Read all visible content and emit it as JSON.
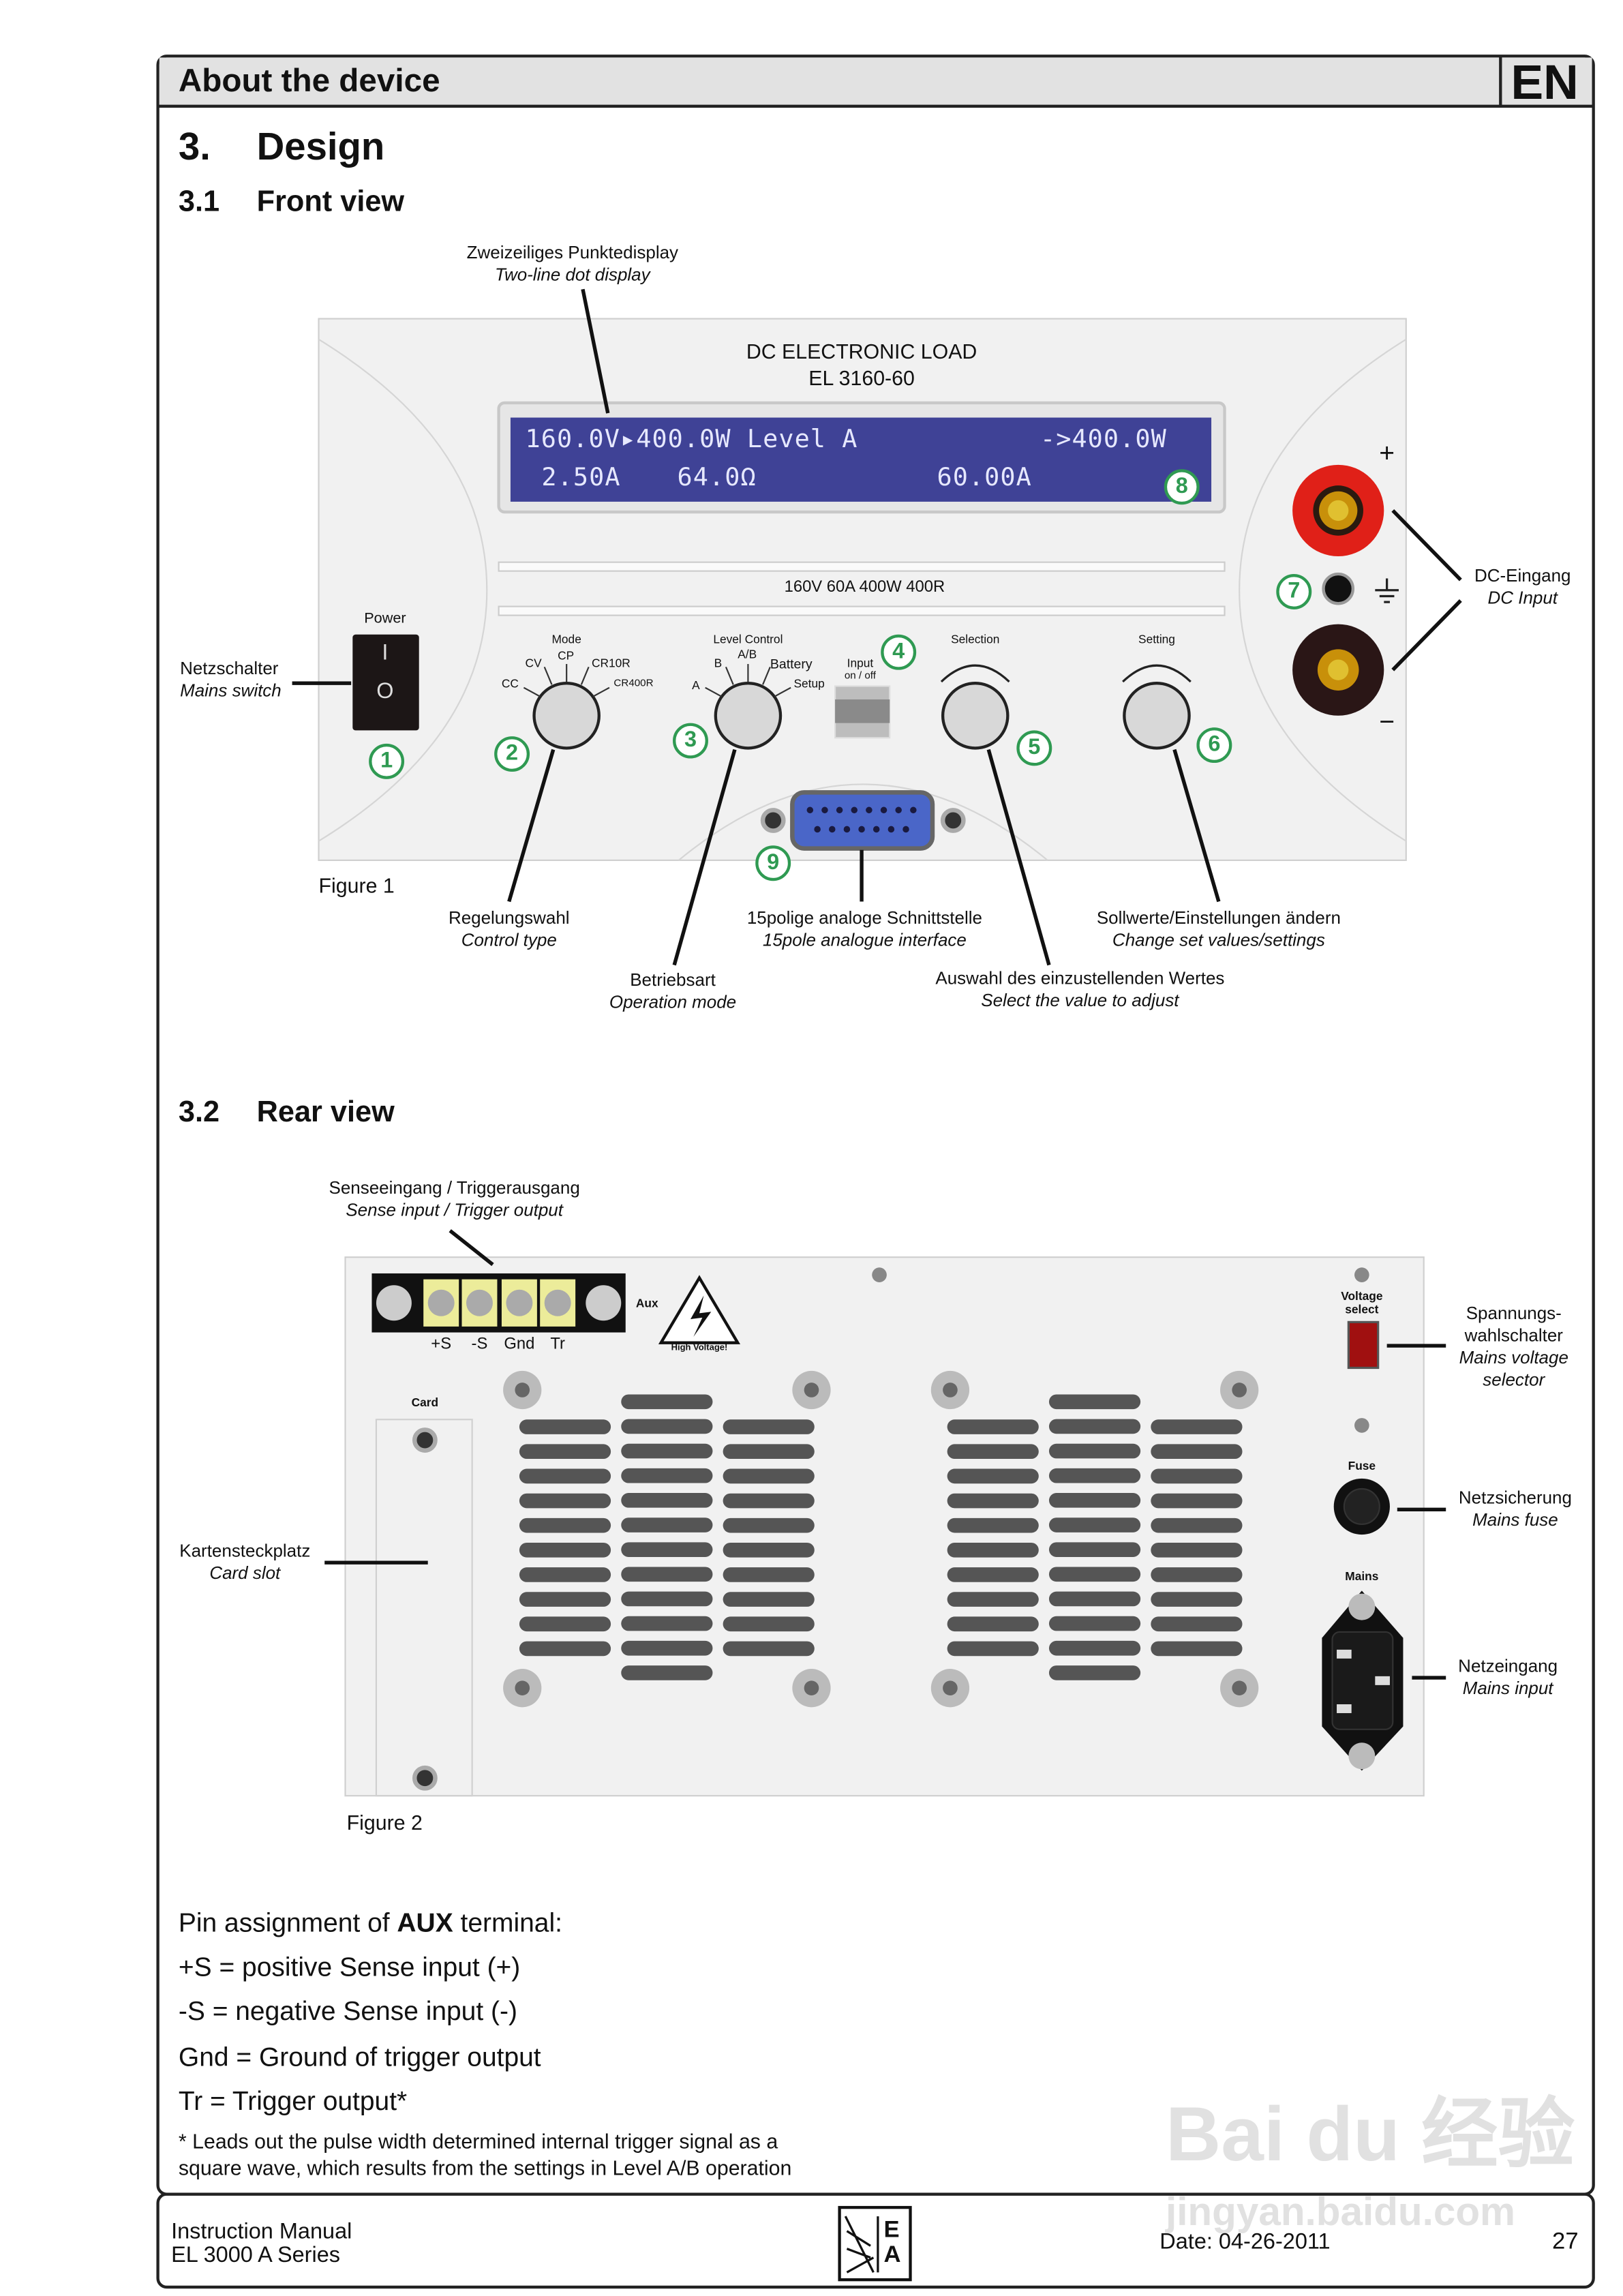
{
  "header": {
    "title": "About the device",
    "lang": "EN"
  },
  "section": {
    "number": "3.",
    "title": "Design"
  },
  "front": {
    "number": "3.1",
    "title": "Front view",
    "device_name": "DC ELECTRONIC LOAD",
    "model": "EL 3160-60",
    "display_line1_left": "160.0V▸400.0W Level A",
    "display_line1_right": "->400.0W",
    "display_line2_a": "2.50A",
    "display_line2_b": "64.0Ω",
    "display_line2_c": "60.00A",
    "ratings": "160V  60A  400W  400R",
    "power_label": "Power",
    "switch_on": "I",
    "switch_off": "O",
    "mode_label": "Mode",
    "mode_positions": [
      "CC",
      "CV",
      "CP",
      "CR10R",
      "CR400R"
    ],
    "level_label": "Level Control",
    "level_positions": [
      "A",
      "B",
      "A/B",
      "Battery",
      "Setup"
    ],
    "input_label": "Input",
    "input_sub": "on / off",
    "selection_label": "Selection",
    "setting_label": "Setting",
    "plus": "+",
    "minus": "−",
    "numbers": [
      "1",
      "2",
      "3",
      "4",
      "5",
      "6",
      "7",
      "8",
      "9"
    ],
    "figure": "Figure 1",
    "callouts": {
      "display_de": "Zweizeiliges Punktedisplay",
      "display_en": "Two-line dot display",
      "mains_de": "Netzschalter",
      "mains_en": "Mains switch",
      "dc_de": "DC-Eingang",
      "dc_en": "DC Input",
      "control_de": "Regelungswahl",
      "control_en": "Control type",
      "opmode_de": "Betriebsart",
      "opmode_en": "Operation mode",
      "iface_de": "15polige analoge Schnittstelle",
      "iface_en": "15pole analogue interface",
      "select_de": "Auswahl des einzustellenden Wertes",
      "select_en": "Select the value to adjust",
      "setval_de": "Sollwerte/Einstellungen ändern",
      "setval_en": "Change set values/settings"
    }
  },
  "rear": {
    "number": "3.2",
    "title": "Rear view",
    "aux": "Aux",
    "high_voltage": "High Voltage!",
    "pins": [
      "+S",
      "-S",
      "Gnd",
      "Tr"
    ],
    "card": "Card",
    "voltage_select": "Voltage select",
    "fuse": "Fuse",
    "mains": "Mains",
    "figure": "Figure 2",
    "callouts": {
      "sense_de": "Senseeingang / Triggerausgang",
      "sense_en": "Sense input / Trigger output",
      "card_de": "Kartensteckplatz",
      "card_en": "Card slot",
      "volt_de1": "Spannungs-",
      "volt_de2": "wahlschalter",
      "volt_en1": "Mains voltage",
      "volt_en2": "selector",
      "fuse_de": "Netzsicherung",
      "fuse_en": "Mains fuse",
      "mains_de": "Netzeingang",
      "mains_en": "Mains input"
    }
  },
  "pins_text": {
    "intro_pre": "Pin assignment of ",
    "intro_bold": "AUX",
    "intro_post": " terminal:",
    "lines": [
      "+S = positive Sense input (+)",
      "-S = negative Sense input (-)",
      "Gnd = Ground of trigger output",
      "Tr = Trigger output*"
    ],
    "note1": "* Leads out the pulse width determined internal trigger signal as a",
    "note2": "square wave, which results from the settings in Level A/B operation"
  },
  "footer": {
    "manual": "Instruction Manual",
    "series": "EL 3000 A Series",
    "logo": "EA",
    "date": "Date: 04-26-2011",
    "page": "27"
  },
  "watermark": {
    "text1": "Bai du 经验",
    "text2": "jingyan.baidu.com"
  },
  "colors": {
    "lcd": "#3f4296",
    "accent_green": "#2f9a52",
    "red_terminal": "#e02018",
    "header_bg": "#e2e2e2"
  }
}
